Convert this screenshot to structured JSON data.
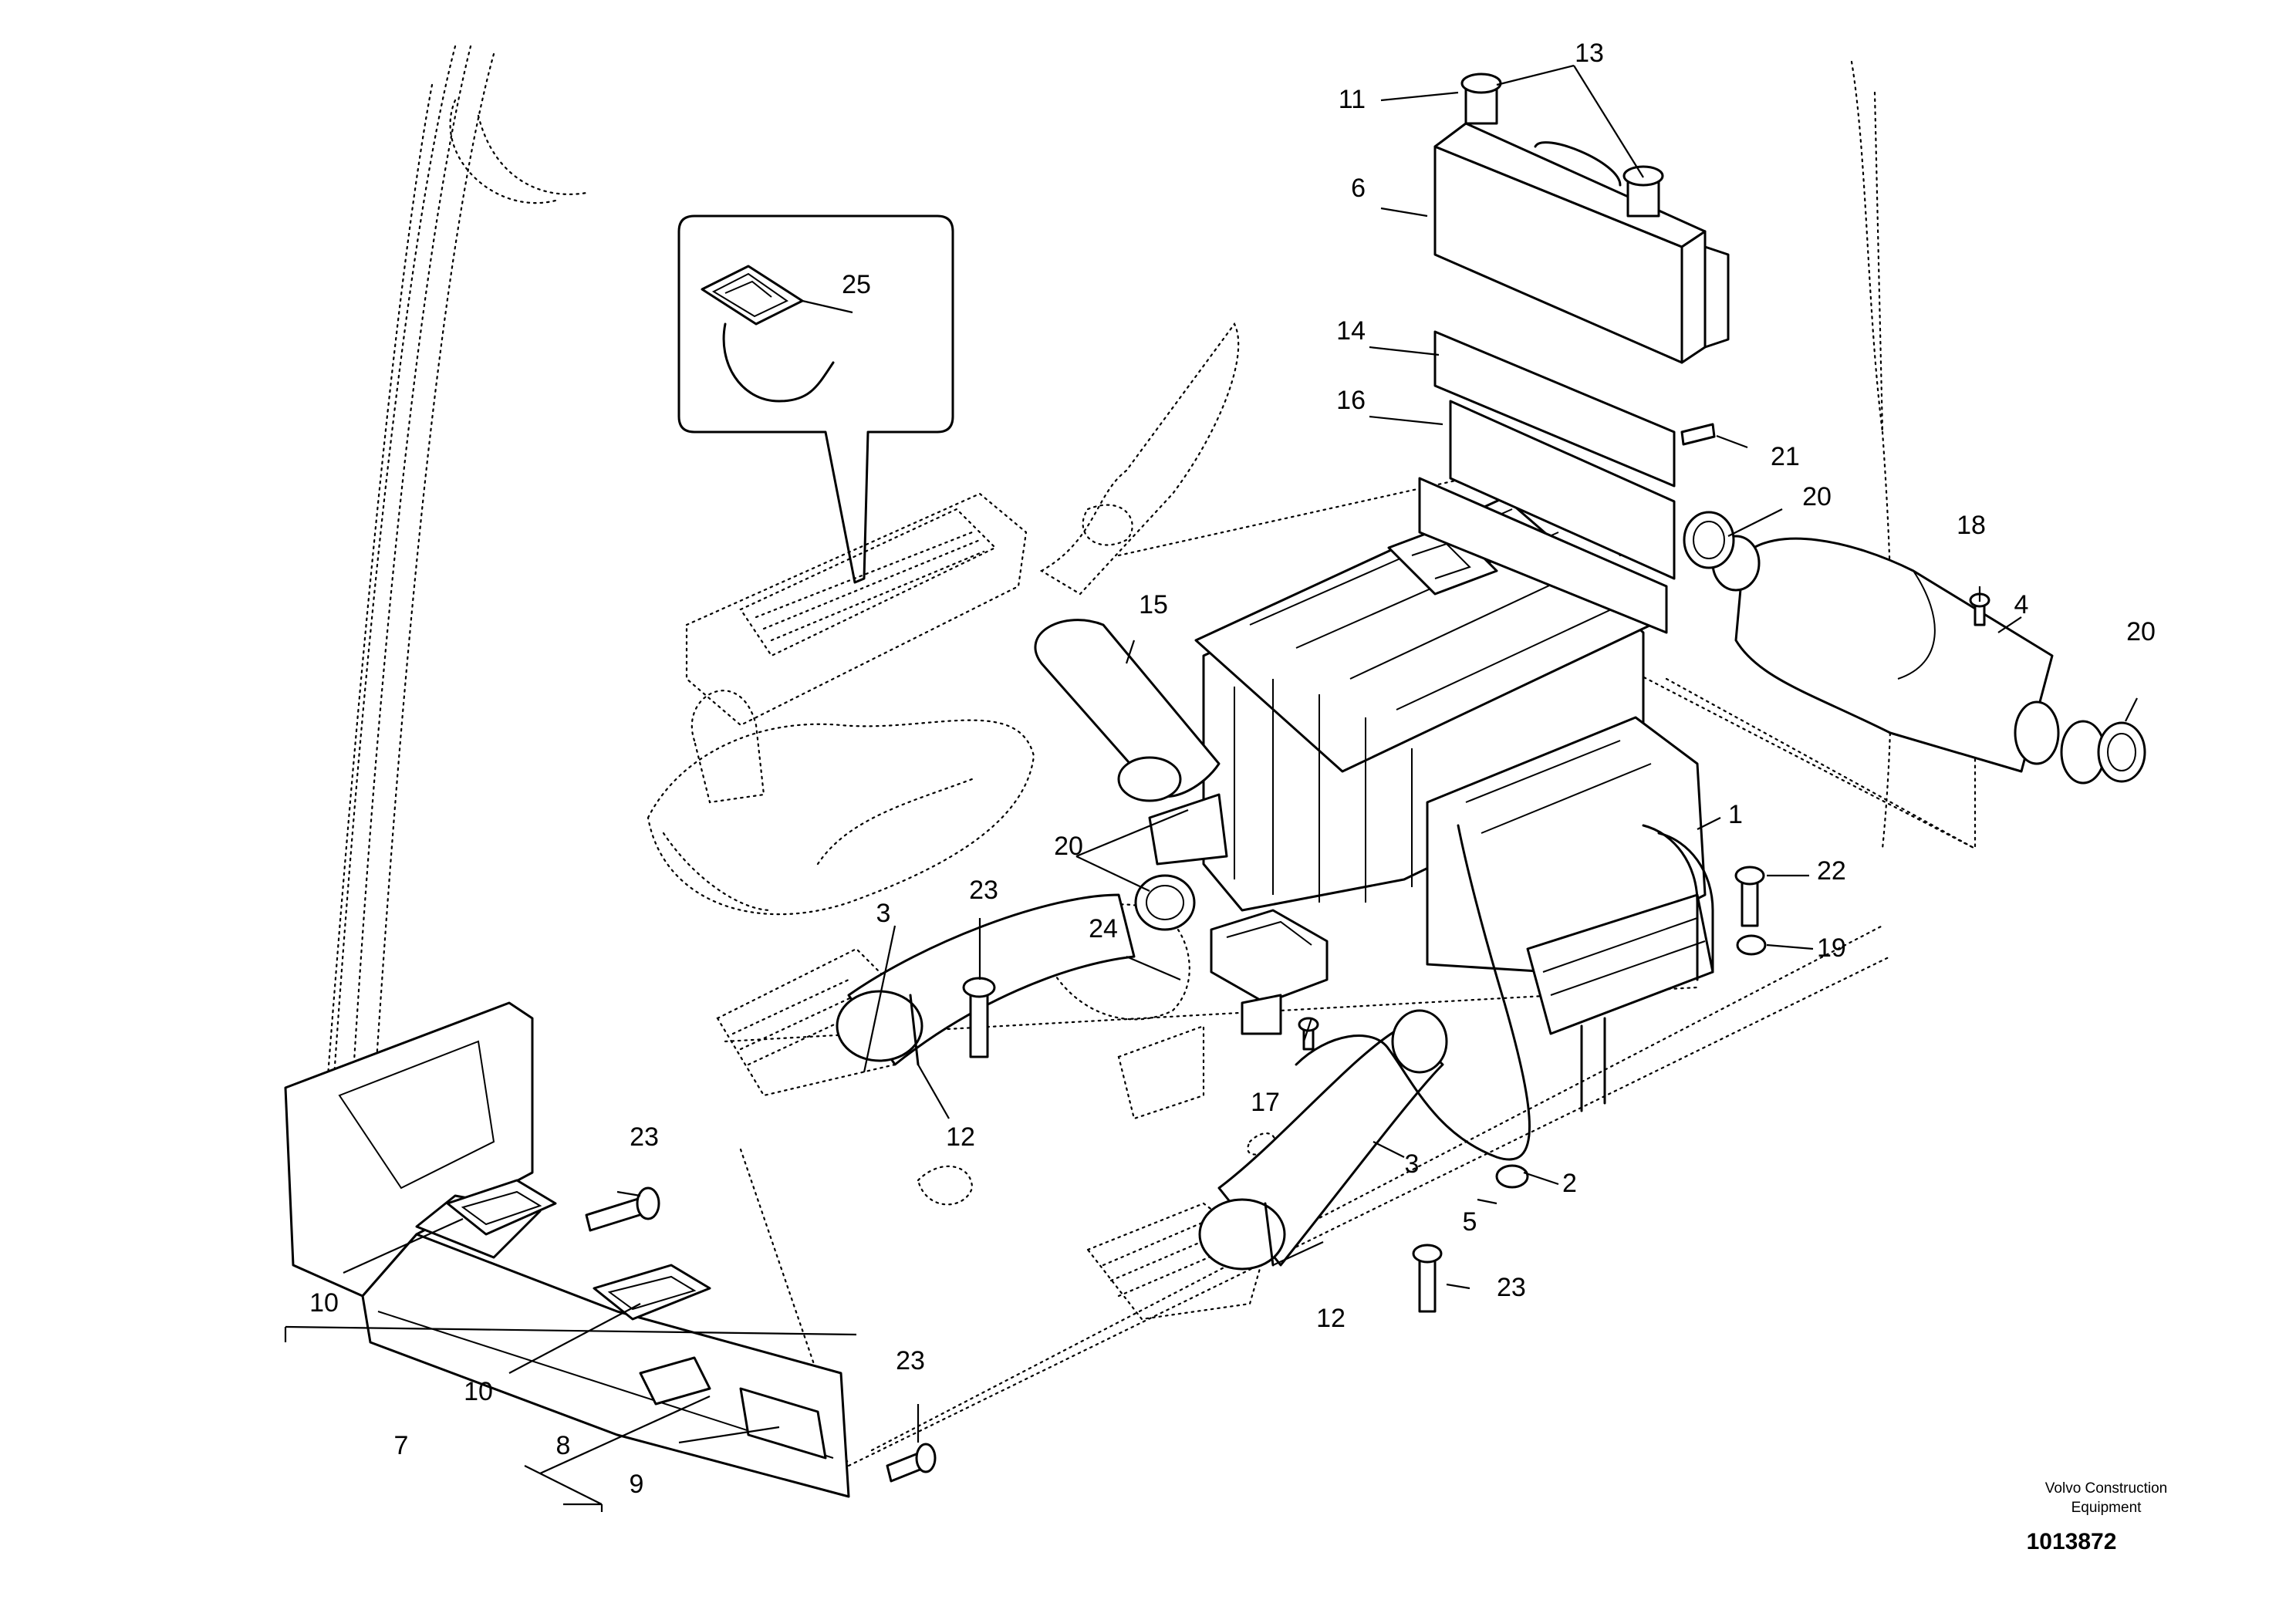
{
  "callouts": [
    {
      "id": "1",
      "label": "1"
    },
    {
      "id": "2",
      "label": "2"
    },
    {
      "id": "3a",
      "label": "3"
    },
    {
      "id": "3b",
      "label": "3"
    },
    {
      "id": "4",
      "label": "4"
    },
    {
      "id": "5",
      "label": "5"
    },
    {
      "id": "6",
      "label": "6"
    },
    {
      "id": "7",
      "label": "7"
    },
    {
      "id": "8",
      "label": "8"
    },
    {
      "id": "9",
      "label": "9"
    },
    {
      "id": "10a",
      "label": "10"
    },
    {
      "id": "10b",
      "label": "10"
    },
    {
      "id": "11",
      "label": "11"
    },
    {
      "id": "12a",
      "label": "12"
    },
    {
      "id": "12b",
      "label": "12"
    },
    {
      "id": "13",
      "label": "13"
    },
    {
      "id": "14",
      "label": "14"
    },
    {
      "id": "15",
      "label": "15"
    },
    {
      "id": "16",
      "label": "16"
    },
    {
      "id": "17",
      "label": "17"
    },
    {
      "id": "18",
      "label": "18"
    },
    {
      "id": "19",
      "label": "19"
    },
    {
      "id": "20a",
      "label": "20"
    },
    {
      "id": "20b",
      "label": "20"
    },
    {
      "id": "20c",
      "label": "20"
    },
    {
      "id": "21",
      "label": "21"
    },
    {
      "id": "22",
      "label": "22"
    },
    {
      "id": "23a",
      "label": "23"
    },
    {
      "id": "23b",
      "label": "23"
    },
    {
      "id": "23c",
      "label": "23"
    },
    {
      "id": "23d",
      "label": "23"
    },
    {
      "id": "24",
      "label": "24"
    },
    {
      "id": "25",
      "label": "25"
    }
  ],
  "brand": {
    "line1": "Volvo Construction",
    "line2": "Equipment"
  },
  "document_number": "1013872"
}
